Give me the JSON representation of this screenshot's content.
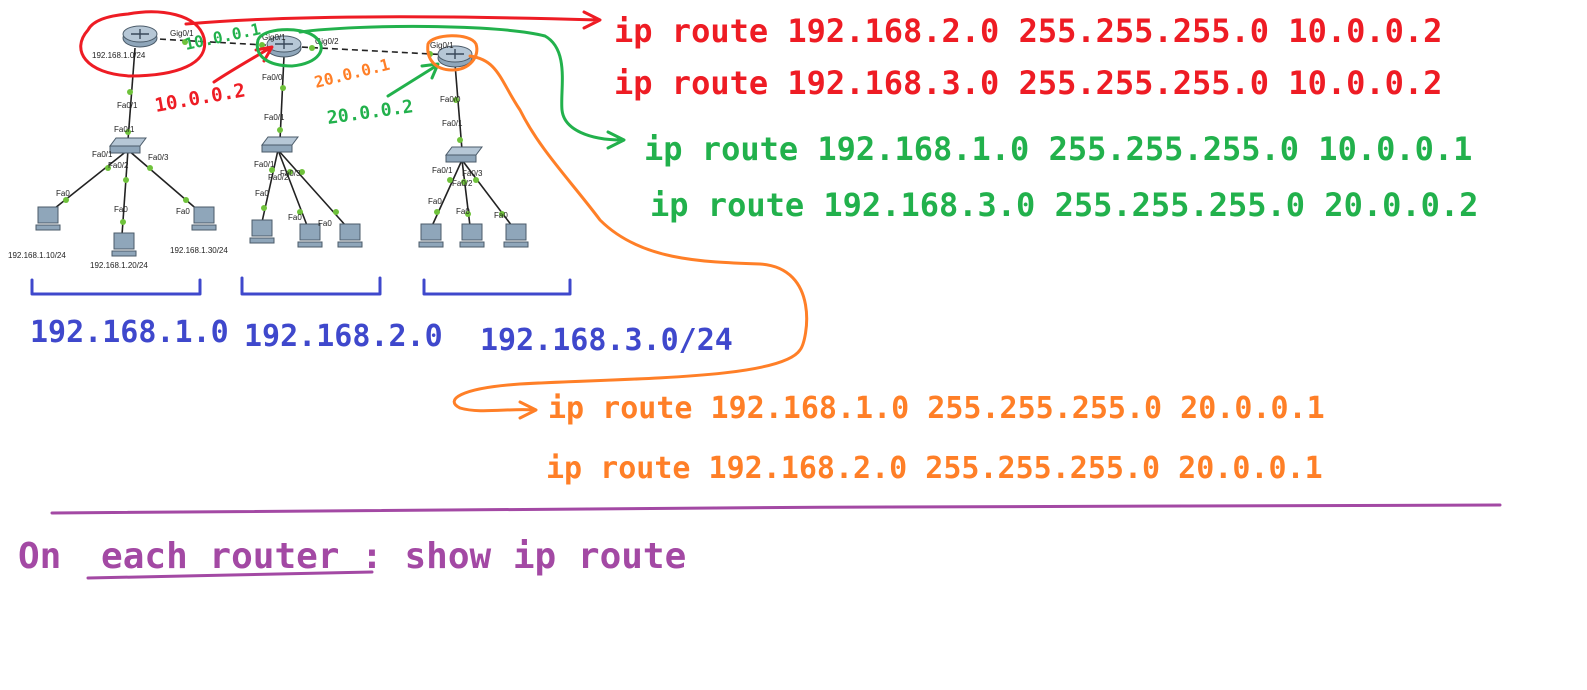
{
  "colors": {
    "red": "#ee1c24",
    "green": "#22b14c",
    "orange": "#ff7f27",
    "blue": "#3f48cc",
    "purple": "#a349a4",
    "device": "#8fa6ba",
    "link": "#222222",
    "port_dot": "#6fc23b"
  },
  "topology": {
    "router1": {
      "label": "192.168.1.0/24",
      "port_gig": "Gig0/1",
      "port_fa": "Fa0/1"
    },
    "router2": {
      "port_gig_left": "Gig0/1",
      "port_gig_right": "Gig0/2",
      "port_fa": "Fa0/0"
    },
    "router3": {
      "port_gig": "Gig0/1",
      "port_fa": "Fa0/0"
    },
    "switch1": {
      "port_up": "Fa0/1",
      "port_left": "Fa0/1",
      "port_mid": "Fa0/2",
      "port_right": "Fa0/3"
    },
    "switch2": {
      "port_up": "Fa0/1",
      "port_left": "Fa0/1",
      "port_mid": "Fa0/2",
      "port_right": "Fa0/3"
    },
    "switch3": {
      "port_up": "Fa0/1",
      "port_left": "Fa0/1",
      "port_mid": "Fa0/2",
      "port_right": "Fa0/3"
    },
    "pcs": {
      "pc1_port": "Fa0",
      "pc1_label": "192.168.1.10/24",
      "pc2_port": "Fa0",
      "pc2_label": "192.168.1.20/24",
      "pc3_port": "Fa0",
      "pc3_label": "192.168.1.30/24",
      "pc4_port": "Fa0",
      "pc5_port": "Fa0",
      "pc6_port": "Fa0",
      "pc7_port": "Fa0",
      "pc8_port": "Fa0",
      "pc9_port": "Fa0"
    }
  },
  "annotations": {
    "link_left_ip": "10.0.0.1",
    "link_right_ip": "20.0.0.1",
    "r2_ip": "10.0.0.2",
    "r3_ip": "20.0.0.2",
    "network1": "192.168.1.0",
    "network2": "192.168.2.0",
    "network3": "192.168.3.0/24"
  },
  "routes": {
    "router1": [
      "ip route 192.168.2.0 255.255.255.0 10.0.0.2",
      "ip route 192.168.3.0 255.255.255.0 10.0.0.2"
    ],
    "router2": [
      "ip route 192.168.1.0 255.255.255.0 10.0.0.1",
      "ip route 192.168.3.0 255.255.255.0 20.0.0.2"
    ],
    "router3": [
      "ip route 192.168.1.0 255.255.255.0 20.0.0.1",
      "ip route 192.168.2.0 255.255.255.0 20.0.0.1"
    ]
  },
  "footer": {
    "prefix": "On",
    "underlined": "each router",
    "suffix": ": show ip route"
  }
}
